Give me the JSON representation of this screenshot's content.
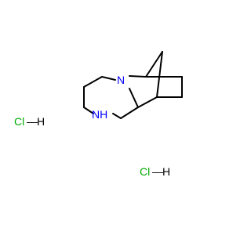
{
  "structure": {
    "colors": {
      "bond": "#000000",
      "nitrogen": "#0000FF",
      "chlorine": "#00AA00",
      "hydrogen": "#000000",
      "background": "#FFFFFF"
    },
    "atom_labels": {
      "ring_nitrogen": "N",
      "amine_nh": "NH"
    },
    "salts": [
      {
        "cl": "Cl",
        "dash": "—",
        "h": "H"
      },
      {
        "cl": "Cl",
        "dash": "—",
        "h": "H"
      }
    ]
  }
}
